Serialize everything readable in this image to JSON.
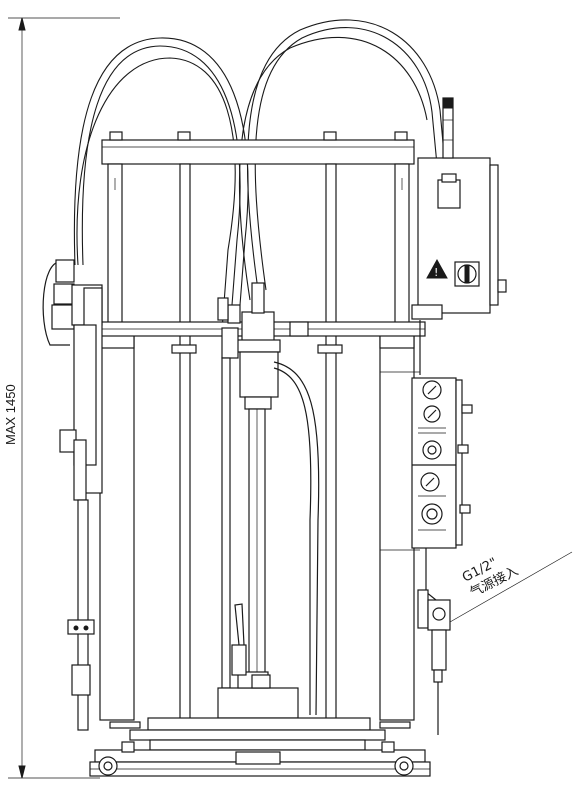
{
  "dimension": {
    "label": "MAX 1450"
  },
  "air_inlet": {
    "thread": "G1/2\"",
    "label": "气源接入"
  },
  "icons": [
    "warning-icon",
    "rotary-switch-icon",
    "pressure-gauge-icon",
    "pressure-regulator-knob-icon",
    "signal-light-icon"
  ]
}
